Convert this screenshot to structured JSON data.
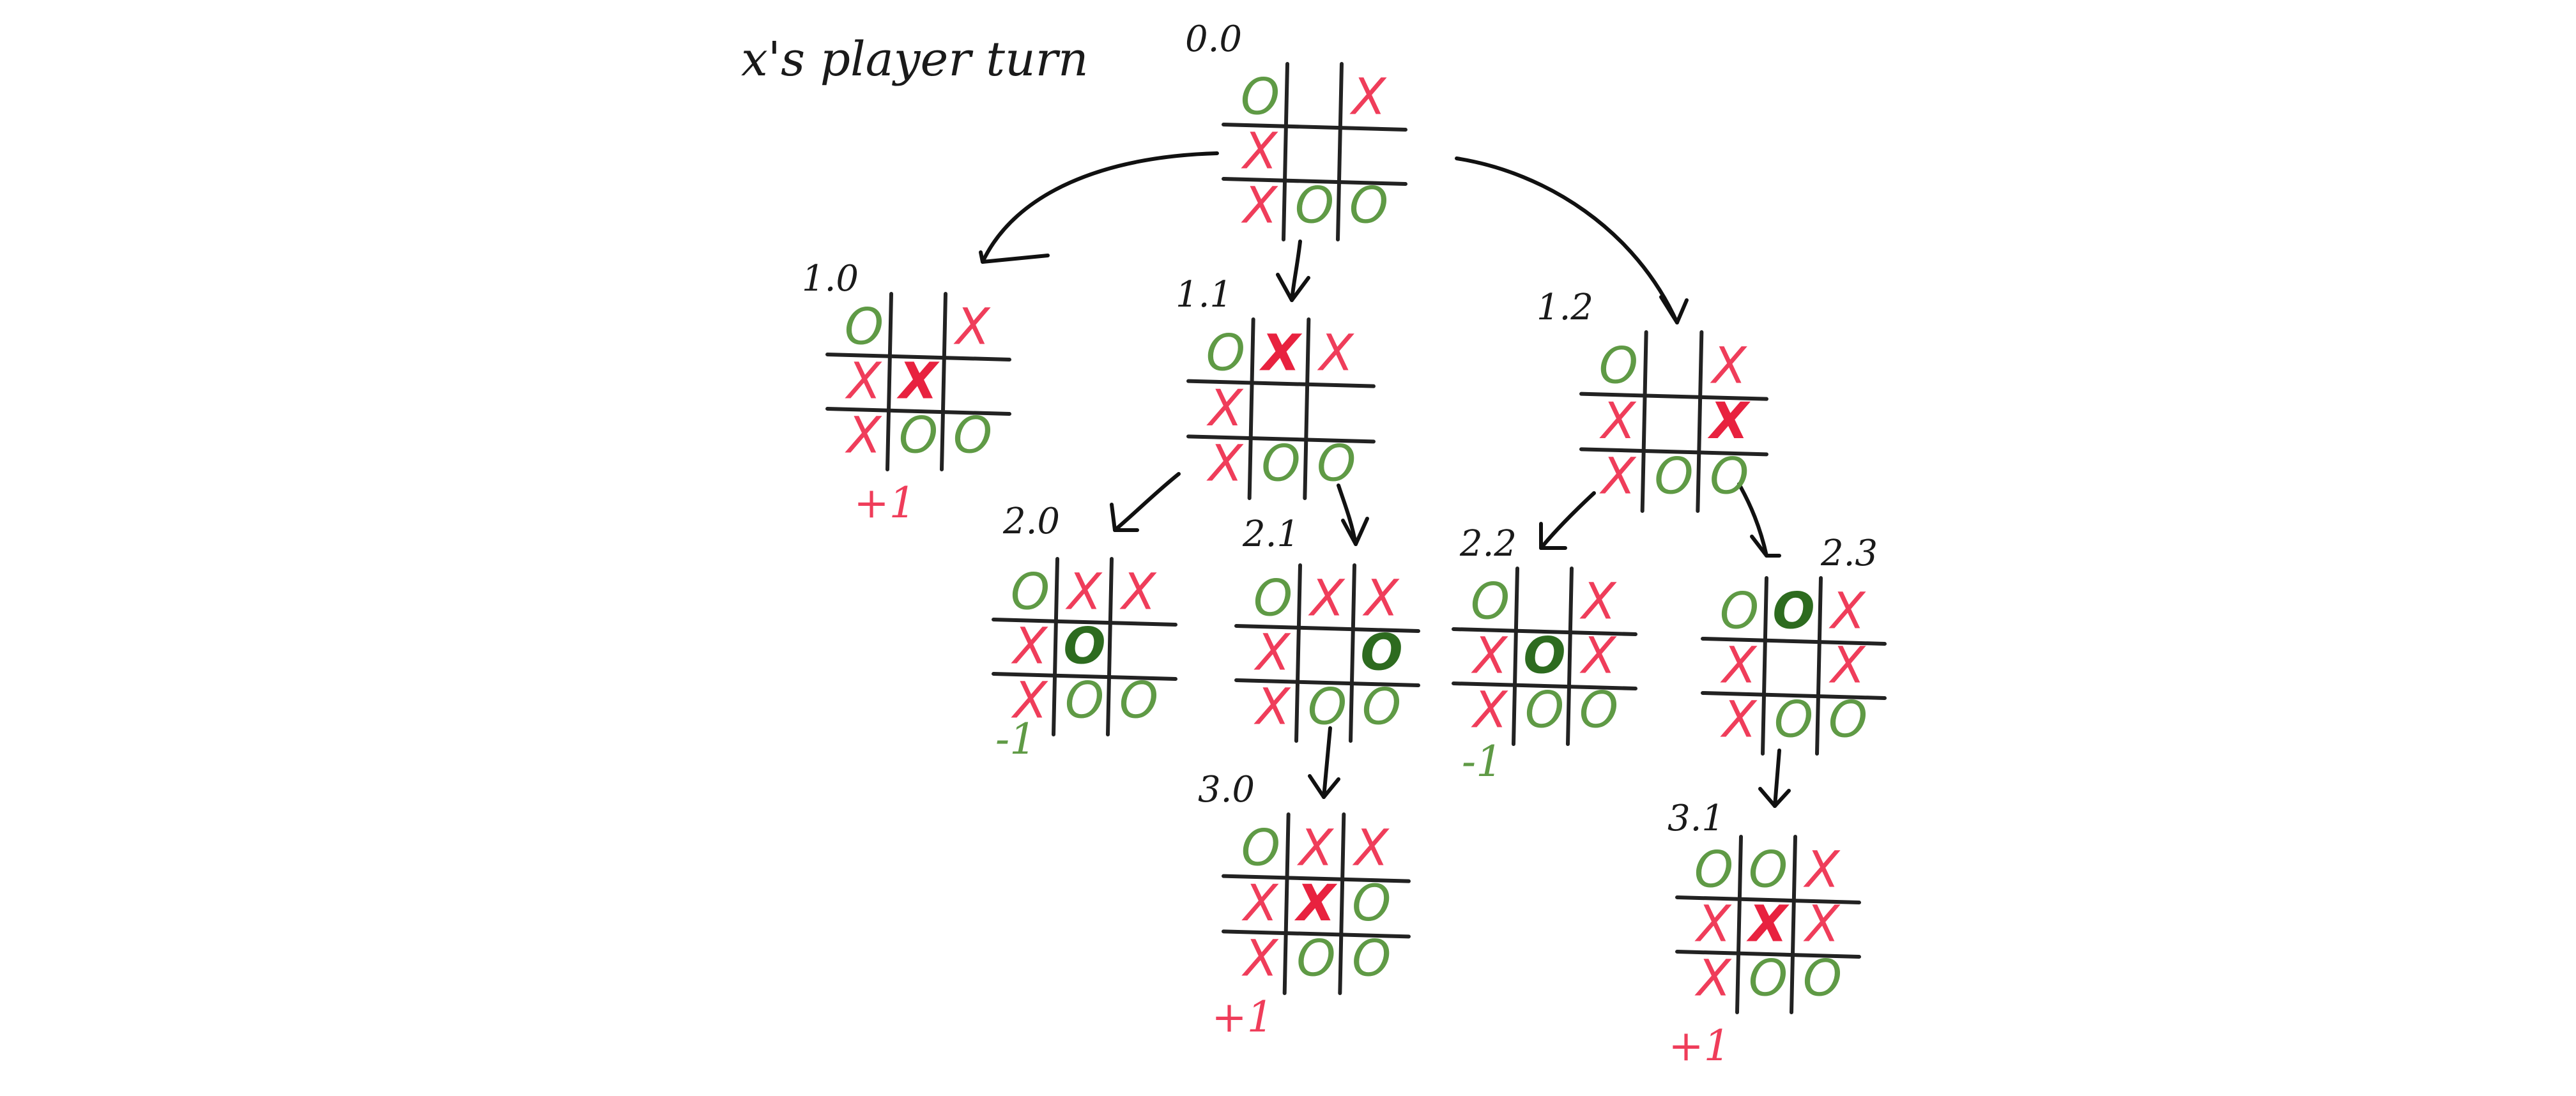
{
  "title": "x's player turn",
  "colors": {
    "x": "#ef3d5a",
    "x_new": "#e8223f",
    "o": "#5f9a45",
    "o_new": "#2d6b1f",
    "ink": "#1a1a1a"
  },
  "nodes": [
    {
      "id": "n00",
      "label": "0.0",
      "board": [
        "O",
        "",
        "X",
        "X",
        "",
        "",
        "X",
        "O",
        "O"
      ],
      "new": -1,
      "score": ""
    },
    {
      "id": "n10",
      "label": "1.0",
      "board": [
        "O",
        "",
        "X",
        "X",
        "X",
        "",
        "X",
        "O",
        "O"
      ],
      "new": 4,
      "score": "+1"
    },
    {
      "id": "n11",
      "label": "1.1",
      "board": [
        "O",
        "X",
        "X",
        "X",
        "",
        "",
        "X",
        "O",
        "O"
      ],
      "new": 1,
      "score": ""
    },
    {
      "id": "n12",
      "label": "1.2",
      "board": [
        "O",
        "",
        "X",
        "X",
        "",
        "X",
        "X",
        "O",
        "O"
      ],
      "new": 5,
      "score": ""
    },
    {
      "id": "n20",
      "label": "2.0",
      "board": [
        "O",
        "X",
        "X",
        "X",
        "O",
        "",
        "X",
        "O",
        "O"
      ],
      "new": 4,
      "score": "-1"
    },
    {
      "id": "n21",
      "label": "2.1",
      "board": [
        "O",
        "X",
        "X",
        "X",
        "",
        "O",
        "X",
        "O",
        "O"
      ],
      "new": 5,
      "score": ""
    },
    {
      "id": "n22",
      "label": "2.2",
      "board": [
        "O",
        "",
        "X",
        "X",
        "O",
        "X",
        "X",
        "O",
        "O"
      ],
      "new": 4,
      "score": "-1"
    },
    {
      "id": "n23",
      "label": "2.3",
      "board": [
        "O",
        "O",
        "X",
        "X",
        "",
        "X",
        "X",
        "O",
        "O"
      ],
      "new": 1,
      "score": ""
    },
    {
      "id": "n30",
      "label": "3.0",
      "board": [
        "O",
        "X",
        "X",
        "X",
        "X",
        "O",
        "X",
        "O",
        "O"
      ],
      "new": 4,
      "score": "+1"
    },
    {
      "id": "n31",
      "label": "3.1",
      "board": [
        "O",
        "O",
        "X",
        "X",
        "X",
        "X",
        "X",
        "O",
        "O"
      ],
      "new": 4,
      "score": "+1"
    }
  ]
}
